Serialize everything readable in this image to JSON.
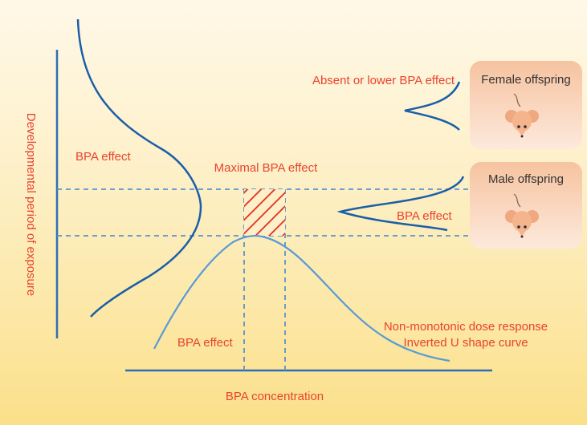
{
  "labels": {
    "y_axis": "Developmental period of exposure",
    "x_axis": "BPA concentration",
    "bpa_effect_left": "BPA effect",
    "maximal_effect": "Maximal BPA effect",
    "absent_lower": "Absent or lower BPA effect",
    "bpa_effect_male": "BPA effect",
    "bpa_effect_bottom": "BPA effect",
    "nonmono_line1": "Non-monotonic dose response",
    "nonmono_line2": "Inverted U shape curve"
  },
  "cards": {
    "female": "Female offspring",
    "male": "Male offspring"
  },
  "icons": {
    "female": "mouse-icon",
    "male": "mouse-icon"
  },
  "colors": {
    "text_accent": "#e8432e",
    "curve_dark": "#1a5fa8",
    "curve_light": "#5a9ad6",
    "dashed": "#5a93cc",
    "hatch": "#e02a1c",
    "axis": "#2f6fb5",
    "card_fill": "#f6c9a6"
  }
}
